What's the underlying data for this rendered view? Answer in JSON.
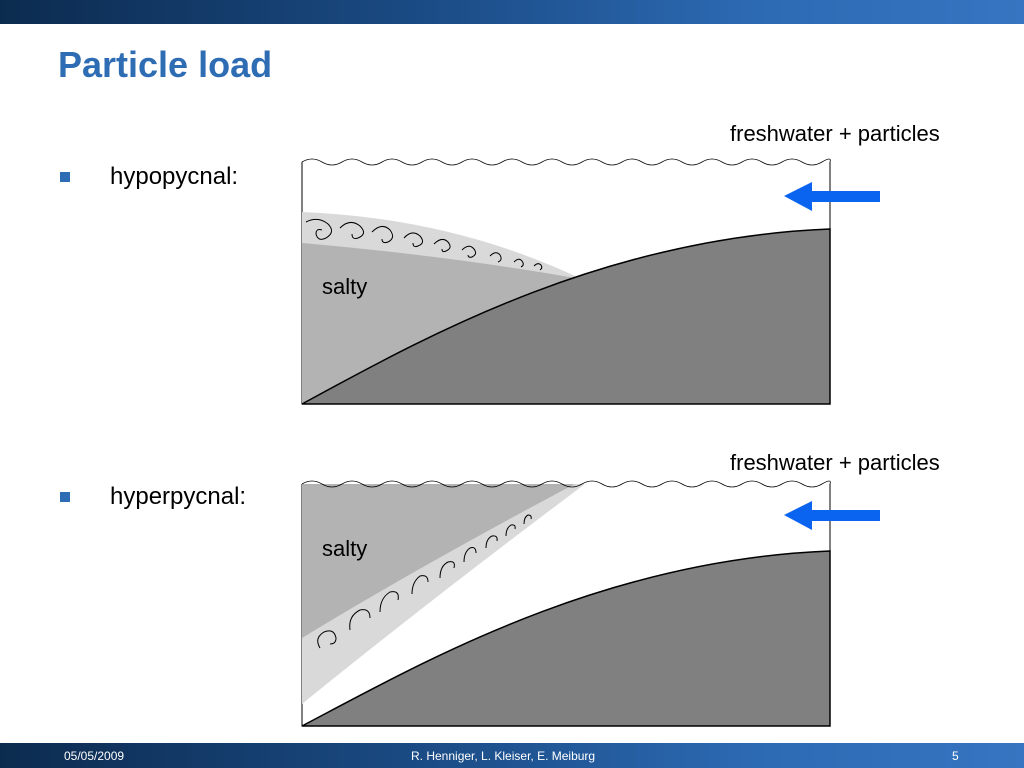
{
  "slide": {
    "title": "Particle load",
    "colors": {
      "accent": "#2e6cb4",
      "arrow": "#0a64f0",
      "seabed": "#808080",
      "salty": "#b3b3b3",
      "plume": "#d9d9d9"
    }
  },
  "panels": [
    {
      "bullet": "hypopycnal:",
      "caption": "freshwater + particles",
      "label": "salty"
    },
    {
      "bullet": "hyperpycnal:",
      "caption": "freshwater + particles",
      "label": "salty"
    }
  ],
  "footer": {
    "date": "05/05/2009",
    "authors": "R. Henniger, L. Kleiser, E. Meiburg",
    "page": "5"
  }
}
